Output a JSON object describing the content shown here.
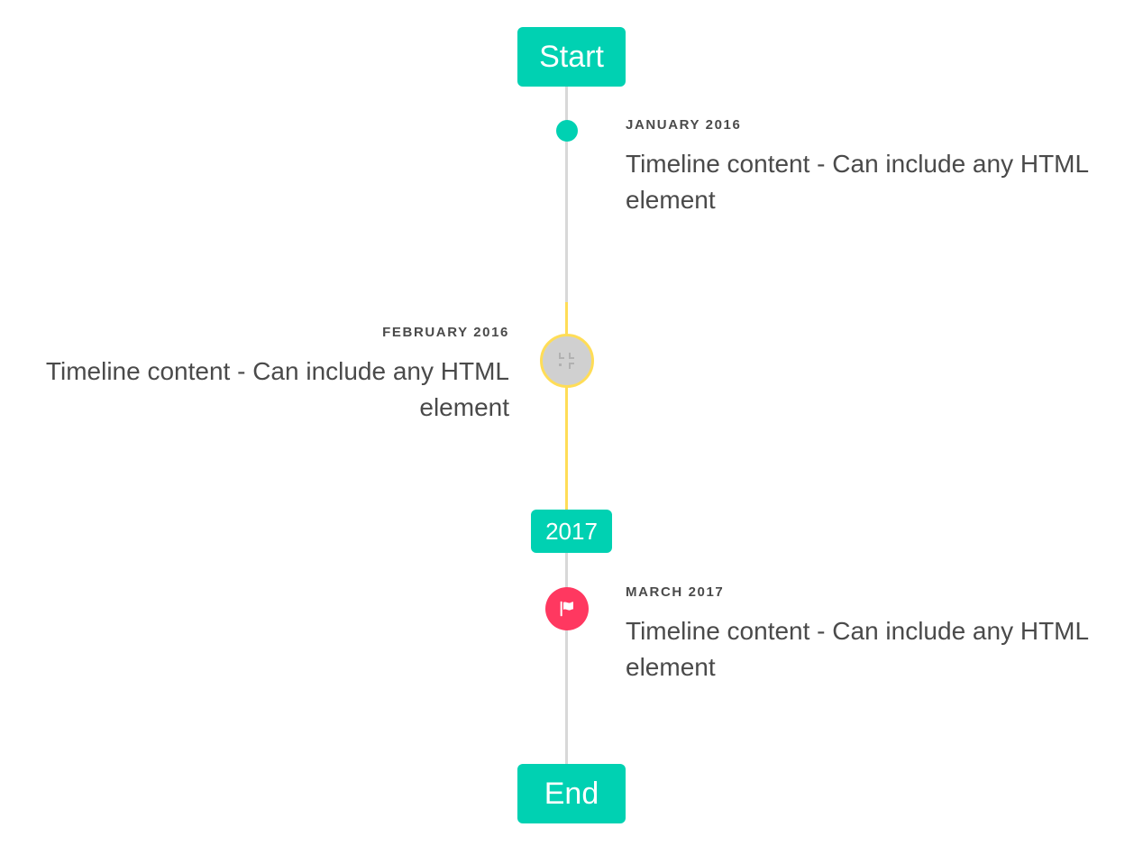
{
  "timeline": {
    "start_label": "Start",
    "middle_label": "2017",
    "end_label": "End",
    "colors": {
      "primary": "#00d1b2",
      "warning": "#ffdd57",
      "danger": "#ff3860",
      "rail": "#d8d8d8",
      "text": "#4a4a4a",
      "marker_placeholder_fill": "#d0d0d0"
    },
    "items": [
      {
        "heading": "JANUARY 2016",
        "content": "Timeline content - Can include any HTML element",
        "side": "right",
        "marker": "dot-icon",
        "marker_color": "#00d1b2"
      },
      {
        "heading": "FEBRUARY 2016",
        "content": "Timeline content - Can include any HTML element",
        "side": "left",
        "marker": "broken-image-icon",
        "marker_color": "#ffdd57"
      },
      {
        "heading": "MARCH 2017",
        "content": "Timeline content - Can include any HTML element",
        "side": "right",
        "marker": "flag-icon",
        "marker_color": "#ff3860"
      }
    ]
  }
}
